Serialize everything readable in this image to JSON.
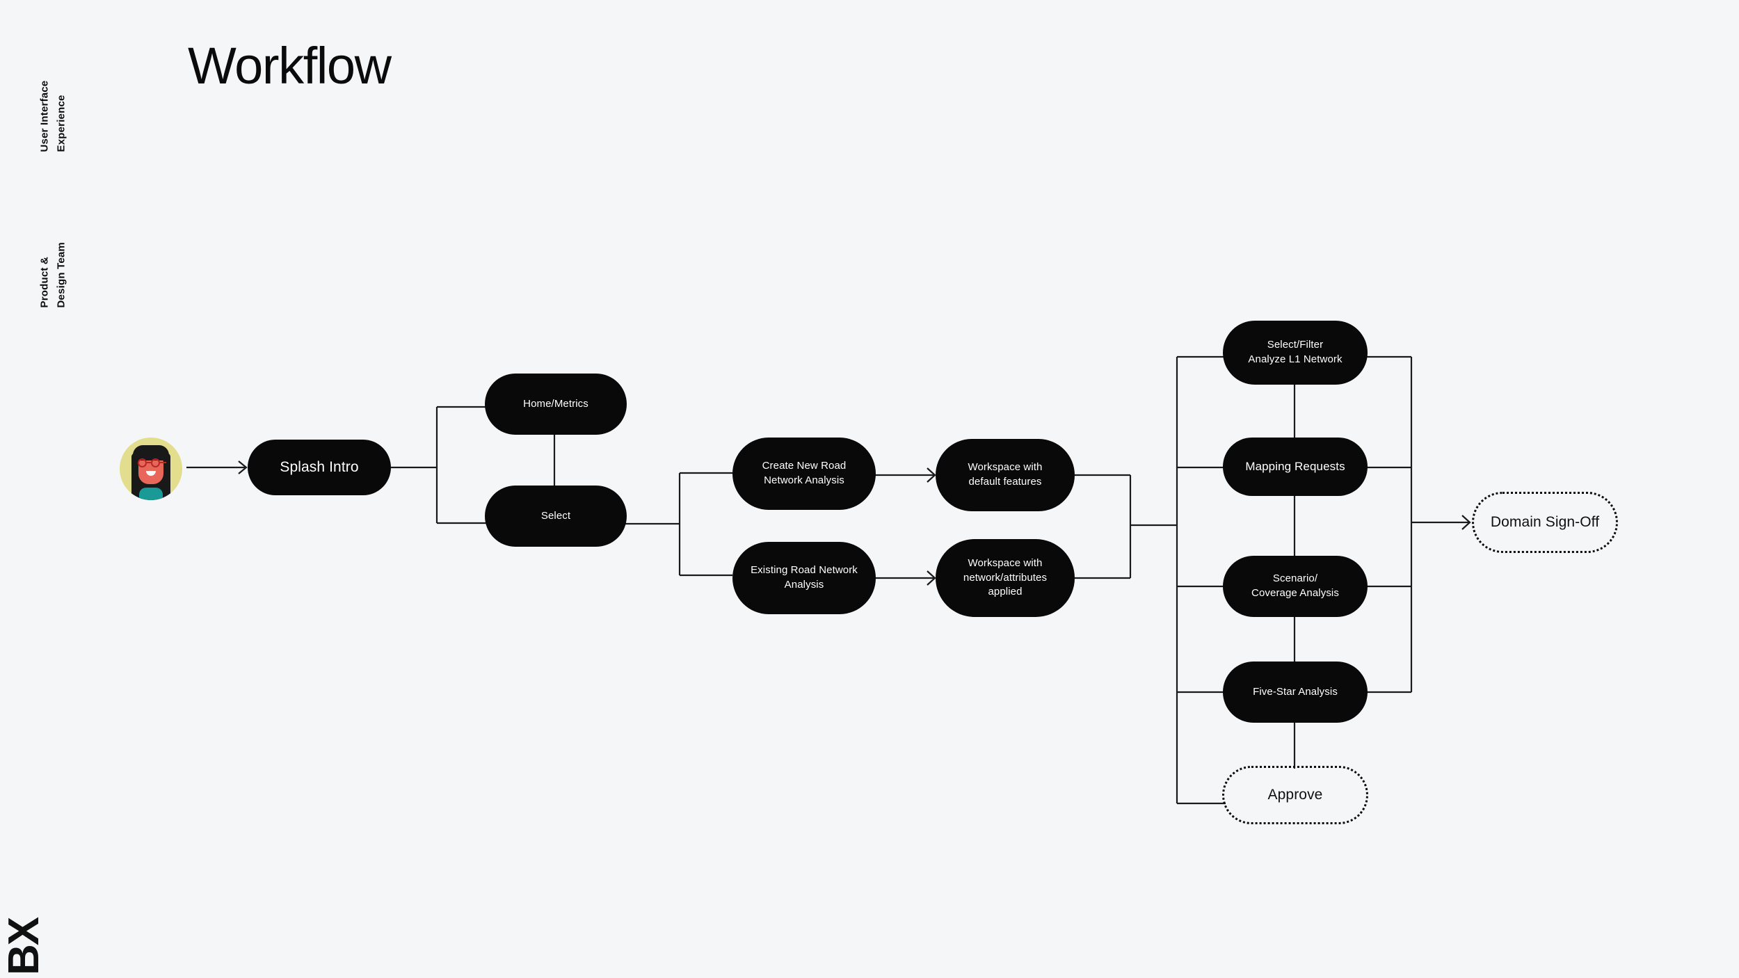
{
  "page": {
    "title": "Workflow",
    "background_color": "#f4f6f8",
    "node_fill_color": "#090909",
    "node_text_color": "#ffffff",
    "line_color": "#1a1a1a",
    "logo": "BX"
  },
  "side_labels": {
    "top_line1": "User Interface",
    "top_line2": "Experience",
    "bottom_line1": "Product &",
    "bottom_line2": "Design Team"
  },
  "avatar": {
    "name": "user-avatar",
    "background_color": "#e3dd8e",
    "hair_color": "#191919",
    "skin_color": "#e8665a",
    "glasses_color": "#b52a22",
    "shirt_color": "#1a9a96"
  },
  "flow": {
    "nodes": [
      {
        "id": "splash-intro",
        "label": "Splash Intro",
        "style": "solid",
        "size": "lg"
      },
      {
        "id": "home-metrics",
        "label": "Home/Metrics",
        "style": "solid",
        "size": "sm"
      },
      {
        "id": "select",
        "label": "Select",
        "style": "solid",
        "size": "sm"
      },
      {
        "id": "create-new-road",
        "label": "Create New Road\nNetwork Analysis",
        "style": "solid",
        "size": "sm"
      },
      {
        "id": "existing-road",
        "label": "Existing Road Network\nAnalysis",
        "style": "solid",
        "size": "sm"
      },
      {
        "id": "workspace-default",
        "label": "Workspace with\ndefault features",
        "style": "solid",
        "size": "sm"
      },
      {
        "id": "workspace-attrs",
        "label": "Workspace with\nnetwork/attributes\napplied",
        "style": "solid",
        "size": "sm"
      },
      {
        "id": "select-filter",
        "label": "Select/Filter\nAnalyze L1 Network",
        "style": "solid",
        "size": "sm"
      },
      {
        "id": "mapping-requests",
        "label": "Mapping Requests",
        "style": "solid",
        "size": "md"
      },
      {
        "id": "scenario-coverage",
        "label": "Scenario/\nCoverage Analysis",
        "style": "solid",
        "size": "sm"
      },
      {
        "id": "five-star",
        "label": "Five-Star Analysis",
        "style": "solid",
        "size": "sm"
      },
      {
        "id": "approve",
        "label": "Approve",
        "style": "dotted",
        "size": "lg"
      },
      {
        "id": "domain-sign-off",
        "label": "Domain Sign-Off",
        "style": "dotted",
        "size": "lg"
      }
    ]
  }
}
